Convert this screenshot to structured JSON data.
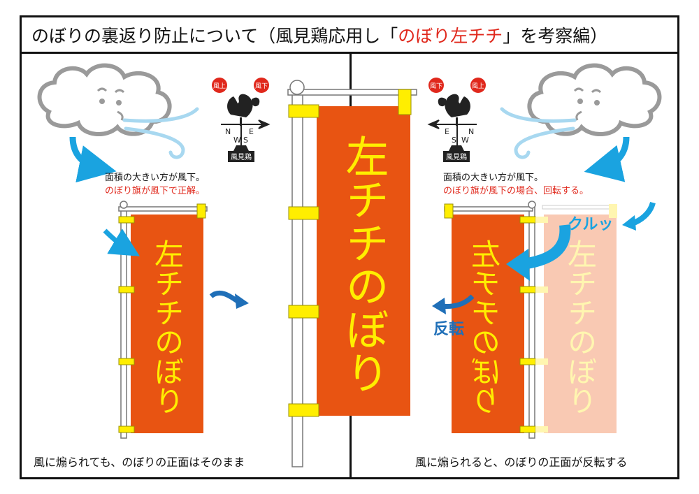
{
  "title": {
    "before": "のぼりの裏返り防止について（風見鶏応用し「",
    "highlight": "のぼり左チチ",
    "after": "」を考察編）"
  },
  "colors": {
    "banner": "#e85412",
    "banner_ghost": "#f9c9b3",
    "banner_text": "#ffee00",
    "banner_text_ghost": "#fff6b0",
    "clip": "#ffee00",
    "arrow_light": "#1aa3e0",
    "arrow_dark": "#1f6fb8",
    "accent_red": "#e0281c"
  },
  "banner_text": "左チチのぼり",
  "weathervane_left": {
    "badge_up": "風上",
    "badge_down": "風下",
    "label": "風見鶏",
    "n": "N",
    "e": "E",
    "s": "S",
    "w": "W"
  },
  "weathervane_right": {
    "badge_up": "風上",
    "badge_down": "風下",
    "label": "風見鶏",
    "n": "N",
    "e": "E",
    "s": "S",
    "w": "W"
  },
  "left_note": {
    "line1": "面積の大きい方が風下。",
    "line2": "のぼり旗が風下で正解。"
  },
  "right_note": {
    "line1": "面積の大きい方が風下。",
    "line2": "のぼり旗が風下の場合、回転する。"
  },
  "label_kurutsu": "クルッ",
  "label_hanten": "反転",
  "caption_left": "風に煽られても、のぼりの正面はそのまま",
  "caption_right": "風に煽られると、のぼりの正面が反転する"
}
